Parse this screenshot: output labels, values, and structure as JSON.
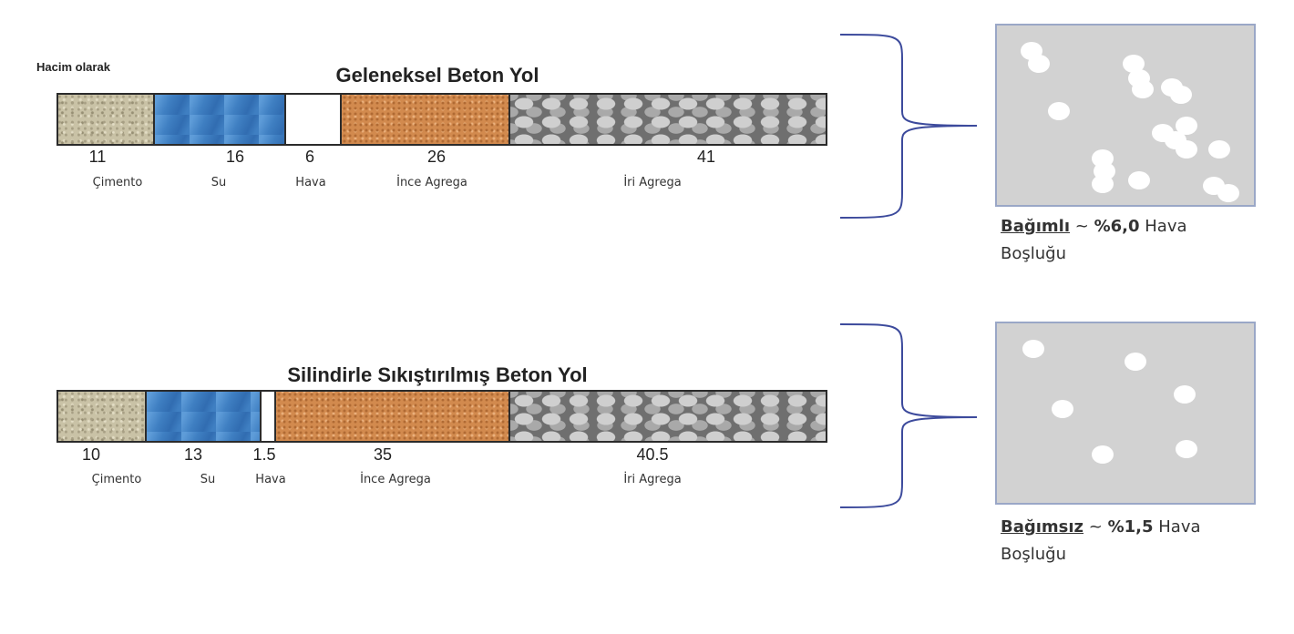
{
  "unit_label": "Hacim olarak",
  "mixes": [
    {
      "title": "Geleneksel Beton Yol",
      "components": [
        {
          "value": "11",
          "name": "Çimento",
          "texture": "cement"
        },
        {
          "value": "16",
          "name": "Su",
          "texture": "water"
        },
        {
          "value": "6",
          "name": "Hava",
          "texture": "air"
        },
        {
          "value": "26",
          "name": "İnce Agrega",
          "texture": "fine-aggregate"
        },
        {
          "value": "41",
          "name": "İri Agrega",
          "texture": "coarse-aggregate"
        }
      ],
      "void_panel": {
        "bubble_count": 18
      },
      "caption": {
        "key": "Bağımlı",
        "approx": "~",
        "value": "%6,0",
        "text1": "Hava",
        "text2": "Boşluğu"
      }
    },
    {
      "title": "Silindirle Sıkıştırılmış Beton Yol",
      "components": [
        {
          "value": "10",
          "name": "Çimento",
          "texture": "cement"
        },
        {
          "value": "13",
          "name": "Su",
          "texture": "water"
        },
        {
          "value": "1.5",
          "name": "Hava",
          "texture": "air"
        },
        {
          "value": "35",
          "name": "İnce Agrega",
          "texture": "fine-aggregate"
        },
        {
          "value": "40.5",
          "name": "İri Agrega",
          "texture": "coarse-aggregate"
        }
      ],
      "void_panel": {
        "bubble_count": 6
      },
      "caption": {
        "key": "Bağımsız",
        "approx": "~",
        "value": "%1,5",
        "text1": "Hava",
        "text2": "Boşluğu"
      }
    }
  ],
  "colors": {
    "brace": "#3c4a9c",
    "panel": "#d2d2d2",
    "panel_border": "#9aa7c7"
  }
}
